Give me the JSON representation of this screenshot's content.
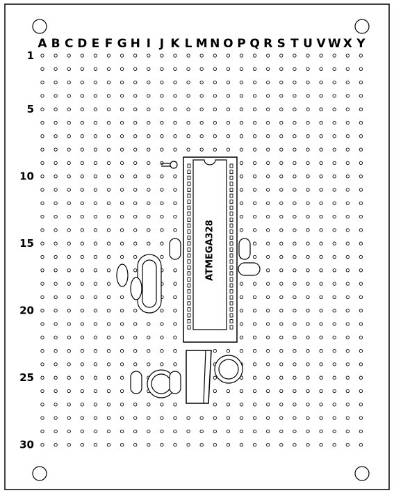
{
  "board": {
    "columns": [
      "A",
      "B",
      "C",
      "D",
      "E",
      "F",
      "G",
      "H",
      "I",
      "J",
      "K",
      "L",
      "M",
      "N",
      "O",
      "P",
      "Q",
      "R",
      "S",
      "T",
      "U",
      "V",
      "W",
      "X",
      "Y"
    ],
    "row_count": 30,
    "row_labels": [
      "1",
      "5",
      "10",
      "15",
      "20",
      "25",
      "30"
    ],
    "chip_label": "ATMEGA328"
  },
  "colors": {
    "ink": "#000000",
    "background": "#ffffff"
  }
}
